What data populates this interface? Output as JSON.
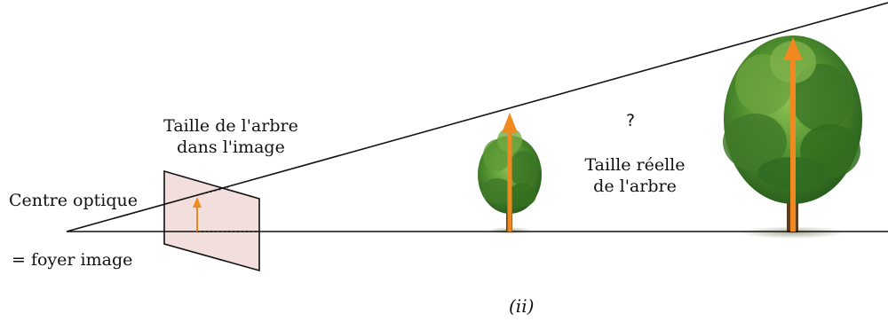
{
  "labels": {
    "optical_center": "Centre optique",
    "image_focus": "= foyer image",
    "tree_size_in_image_line1": "Taille de l'arbre",
    "tree_size_in_image_line2": "dans l'image",
    "question_mark": "?",
    "real_tree_size_line1": "Taille réelle",
    "real_tree_size_line2": "de l'arbre",
    "caption": "(ii)"
  },
  "colors": {
    "ray": "#111111",
    "arrow": "#f0891f",
    "image_plane_fill": "#f3dede",
    "image_plane_stroke": "#111111",
    "foliage_dark": "#2f6b22",
    "foliage_mid": "#4f8f2f",
    "foliage_light": "#7fb24a",
    "trunk": "#5a3d22"
  }
}
